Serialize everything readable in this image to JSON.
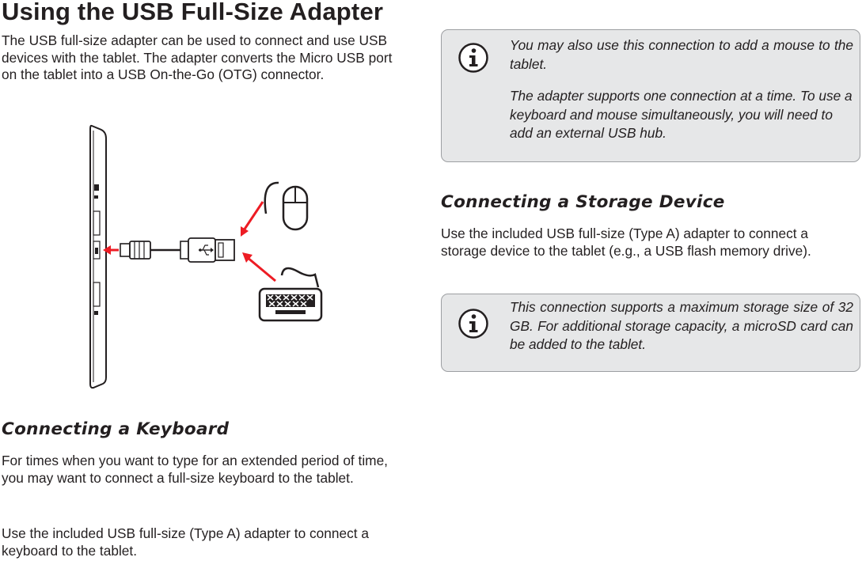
{
  "left": {
    "title": "Using the USB Full-Size Adapter",
    "intro": "The USB full-size adapter can be used to connect and use USB devices with the tablet. The adapter converts the Micro USB port on the tablet into a USB On-the-Go (OTG) connector.",
    "keyboard_heading": "Connecting a Keyboard",
    "keyboard_p1": "For times when you want to type for an extended period of time, you may want to connect a full-size keyboard to the tablet.",
    "keyboard_p2": "Use the included USB full-size (Type A) adapter to connect a keyboard to the tablet."
  },
  "right": {
    "note1_line1": "You  may  also  use  this  connection  to  add  a mouse to the tablet.",
    "note1_line2": "The adapter supports one connection at a time. To use a keyboard and mouse simultaneously, you will need to add an external USB hub.",
    "storage_heading": "Connecting a Storage Device",
    "storage_p": "Use the included USB full-size (Type A) adapter to connect a storage device to the tablet (e.g., a USB flash memory drive).",
    "note2": "This connection supports a maximum storage size of 32 GB. For additional storage capacity, a microSD card can be added to the tablet."
  },
  "icons": [
    "info-icon",
    "tablet-illustration",
    "mouse-icon",
    "keyboard-icon",
    "usb-adapter-icon"
  ],
  "colors": {
    "arrow": "#ed1c24",
    "note_bg": "#e6e7e8",
    "text": "#231f20"
  }
}
